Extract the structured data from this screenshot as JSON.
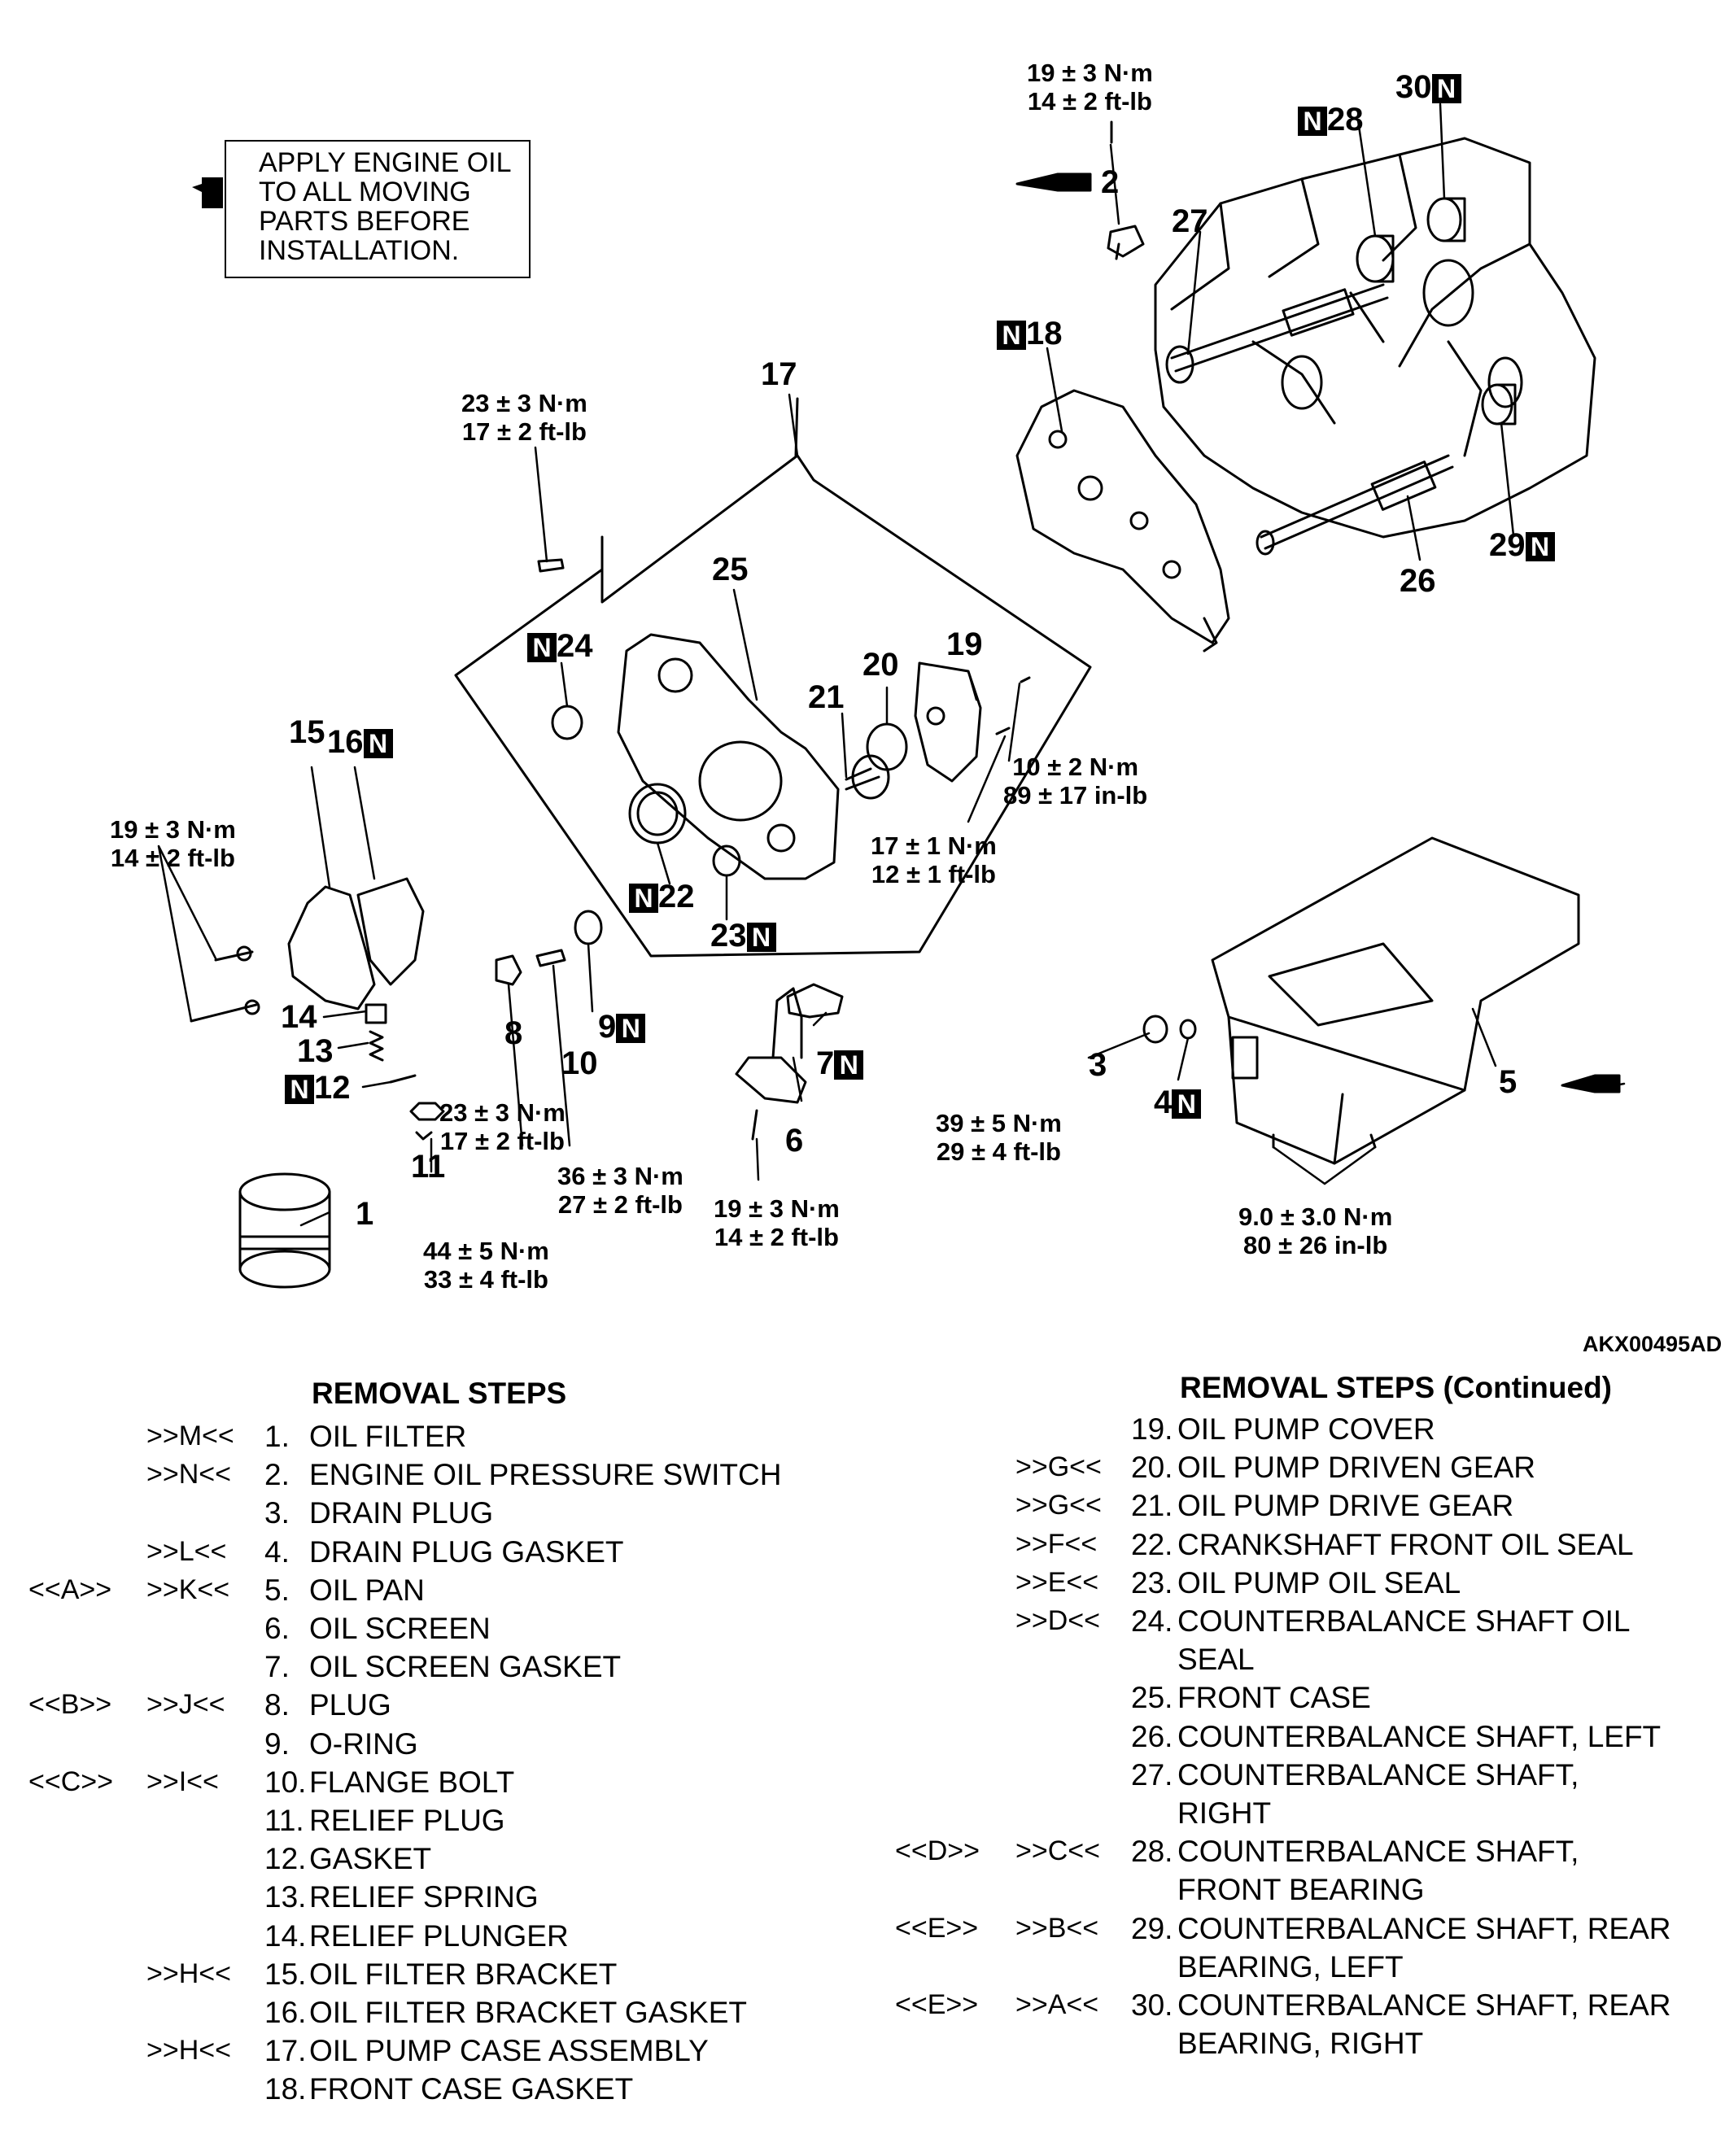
{
  "note": {
    "text": "APPLY ENGINE OIL\nTO ALL MOVING\nPARTS BEFORE\nINSTALLATION."
  },
  "figure_code": "AKX00495AD",
  "n_mark": "N",
  "callouts": {
    "c1": "1",
    "c2": "2",
    "c3": "3",
    "c4": "4",
    "c5": "5",
    "c6": "6",
    "c7": "7",
    "c8": "8",
    "c9": "9",
    "c10": "10",
    "c11": "11",
    "c12": "12",
    "c13": "13",
    "c14": "14",
    "c15": "15",
    "c16": "16",
    "c17": "17",
    "c18": "18",
    "c19": "19",
    "c20": "20",
    "c21": "21",
    "c22": "22",
    "c23": "23",
    "c24": "24",
    "c25": "25",
    "c26": "26",
    "c27": "27",
    "c28": "28",
    "c29": "29",
    "c30": "30"
  },
  "torques": {
    "t_switch": "19 ± 3 N·m\n14 ± 2 ft-lb",
    "t_case_bolt": "23 ± 3 N·m\n17 ± 2 ft-lb",
    "t_bracket": "19 ± 3 N·m\n14 ± 2 ft-lb",
    "t_cover_small": "10 ± 2 N·m\n89 ± 17 in-lb",
    "t_cover_bolt": "17 ± 1 N·m\n12 ± 1 ft-lb",
    "t_plug8": "23 ± 3 N·m\n17 ± 2 ft-lb",
    "t_flange": "36 ± 3 N·m\n27 ± 2 ft-lb",
    "t_relief": "44 ± 5 N·m\n33 ± 4 ft-lb",
    "t_screen": "19 ± 3 N·m\n14 ± 2 ft-lb",
    "t_drain": "39 ± 5 N·m\n29 ± 4 ft-lb",
    "t_pan": "9.0 ± 3.0 N·m\n80 ± 26 in-lb"
  },
  "removal_steps": {
    "title": "REMOVAL STEPS",
    "items": [
      {
        "ref1": "",
        "ref2": ">>M<<",
        "num": "1.",
        "name": "OIL FILTER"
      },
      {
        "ref1": "",
        "ref2": ">>N<<",
        "num": "2.",
        "name": "ENGINE OIL PRESSURE SWITCH"
      },
      {
        "ref1": "",
        "ref2": "",
        "num": "3.",
        "name": "DRAIN PLUG"
      },
      {
        "ref1": "",
        "ref2": ">>L<<",
        "num": "4.",
        "name": "DRAIN PLUG GASKET"
      },
      {
        "ref1": "<<A>>",
        "ref2": ">>K<<",
        "num": "5.",
        "name": "OIL PAN"
      },
      {
        "ref1": "",
        "ref2": "",
        "num": "6.",
        "name": "OIL SCREEN"
      },
      {
        "ref1": "",
        "ref2": "",
        "num": "7.",
        "name": "OIL SCREEN GASKET"
      },
      {
        "ref1": "<<B>>",
        "ref2": ">>J<<",
        "num": "8.",
        "name": "PLUG"
      },
      {
        "ref1": "",
        "ref2": "",
        "num": "9.",
        "name": "O-RING"
      },
      {
        "ref1": "<<C>>",
        "ref2": ">>I<<",
        "num": "10.",
        "name": "FLANGE BOLT"
      },
      {
        "ref1": "",
        "ref2": "",
        "num": "11.",
        "name": "RELIEF PLUG"
      },
      {
        "ref1": "",
        "ref2": "",
        "num": "12.",
        "name": "GASKET"
      },
      {
        "ref1": "",
        "ref2": "",
        "num": "13.",
        "name": "RELIEF SPRING"
      },
      {
        "ref1": "",
        "ref2": "",
        "num": "14.",
        "name": "RELIEF PLUNGER"
      },
      {
        "ref1": "",
        "ref2": ">>H<<",
        "num": "15.",
        "name": "OIL FILTER BRACKET"
      },
      {
        "ref1": "",
        "ref2": "",
        "num": "16.",
        "name": "OIL FILTER BRACKET GASKET"
      },
      {
        "ref1": "",
        "ref2": ">>H<<",
        "num": "17.",
        "name": "OIL PUMP CASE ASSEMBLY"
      },
      {
        "ref1": "",
        "ref2": "",
        "num": "18.",
        "name": "FRONT CASE GASKET"
      }
    ]
  },
  "removal_steps_continued": {
    "title": "REMOVAL STEPS (Continued)",
    "items": [
      {
        "ref1": "",
        "ref2": "",
        "num": "19.",
        "name": "OIL PUMP COVER",
        "name2": ""
      },
      {
        "ref1": "",
        "ref2": ">>G<<",
        "num": "20.",
        "name": "OIL PUMP DRIVEN GEAR",
        "name2": ""
      },
      {
        "ref1": "",
        "ref2": ">>G<<",
        "num": "21.",
        "name": "OIL PUMP DRIVE GEAR",
        "name2": ""
      },
      {
        "ref1": "",
        "ref2": ">>F<<",
        "num": "22.",
        "name": "CRANKSHAFT FRONT OIL SEAL",
        "name2": ""
      },
      {
        "ref1": "",
        "ref2": ">>E<<",
        "num": "23.",
        "name": "OIL PUMP OIL SEAL",
        "name2": ""
      },
      {
        "ref1": "",
        "ref2": ">>D<<",
        "num": "24.",
        "name": "COUNTERBALANCE SHAFT OIL",
        "name2": "SEAL"
      },
      {
        "ref1": "",
        "ref2": "",
        "num": "25.",
        "name": "FRONT CASE",
        "name2": ""
      },
      {
        "ref1": "",
        "ref2": "",
        "num": "26.",
        "name": "COUNTERBALANCE SHAFT, LEFT",
        "name2": ""
      },
      {
        "ref1": "",
        "ref2": "",
        "num": "27.",
        "name": "COUNTERBALANCE SHAFT,",
        "name2": "RIGHT"
      },
      {
        "ref1": "<<D>>",
        "ref2": ">>C<<",
        "num": "28.",
        "name": "COUNTERBALANCE SHAFT,",
        "name2": "FRONT BEARING"
      },
      {
        "ref1": "<<E>>",
        "ref2": ">>B<<",
        "num": "29.",
        "name": "COUNTERBALANCE SHAFT, REAR",
        "name2": "BEARING, LEFT"
      },
      {
        "ref1": "<<E>>",
        "ref2": ">>A<<",
        "num": "30.",
        "name": "COUNTERBALANCE SHAFT, REAR",
        "name2": "BEARING, RIGHT"
      }
    ]
  }
}
